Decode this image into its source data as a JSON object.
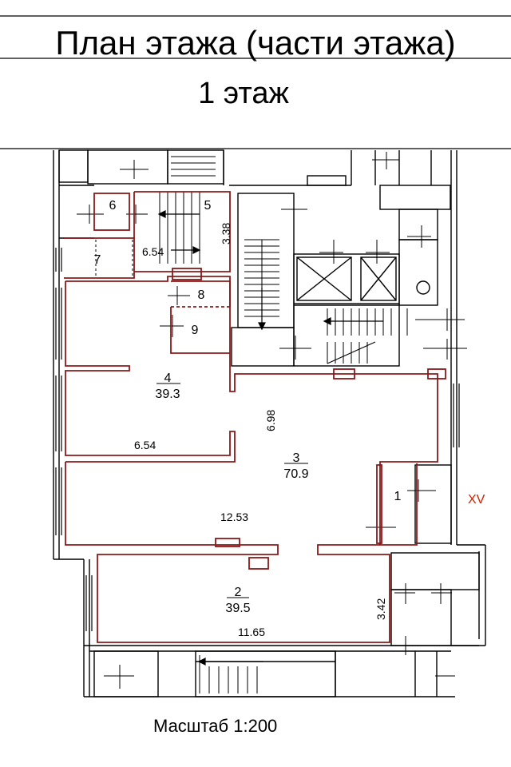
{
  "header": {
    "title": "План этажа (части этажа)",
    "floor": "1 этаж"
  },
  "footer": {
    "scale": "Масштаб 1:200"
  },
  "plan": {
    "section_label": "XV",
    "room_numbers": [
      "1",
      "2",
      "3",
      "4",
      "5",
      "6",
      "7",
      "8",
      "9"
    ],
    "room_areas": {
      "2": "39.5",
      "3": "70.9",
      "4": "39.3"
    },
    "dimensions": [
      "6.54",
      "3.38",
      "6.98",
      "6.54",
      "12.53",
      "11.65",
      "3.42"
    ],
    "colors": {
      "walls": "#000000",
      "premises": "#8b1a1a",
      "section": "#cc2200"
    }
  }
}
